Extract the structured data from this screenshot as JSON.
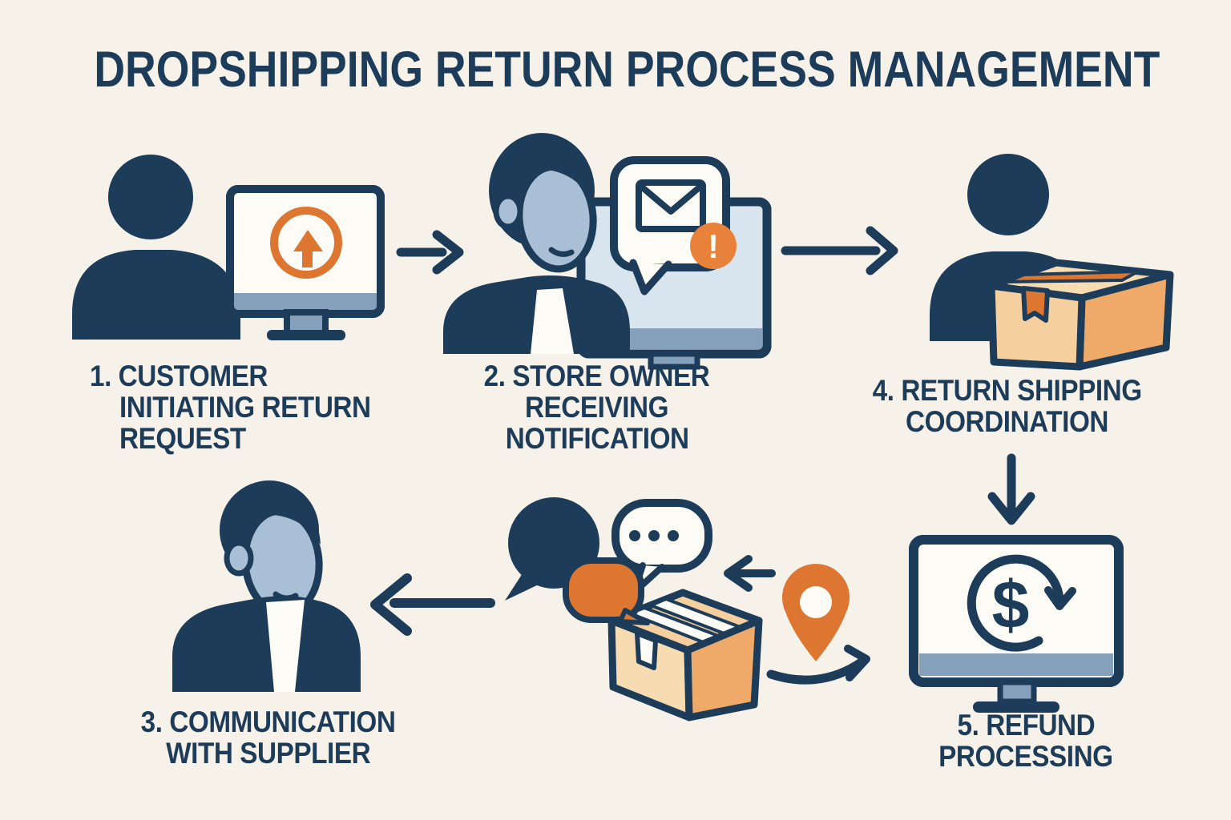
{
  "title": "DROPSHIPPING RETURN PROCESS MANAGEMENT",
  "colors": {
    "bg": "#f7f2e9",
    "navy": "#1d3c59",
    "steel": "#a9bfd6",
    "screen": "#d9e5ee",
    "bar": "#84a0bb",
    "orange": "#dd7630",
    "badge": "#e8823b",
    "box-light": "#f8dcb1",
    "box-mid": "#efa969",
    "box-front": "#f6cf9f",
    "white": "#fdfbf5"
  },
  "steps": [
    {
      "name": "customer-initiating-return-request",
      "lines": [
        "1. CUSTOMER",
        "INITIATING RETURN",
        "REQUEST"
      ],
      "icons": [
        "person-icon",
        "monitor-icon",
        "upload-arrow-icon"
      ]
    },
    {
      "name": "store-owner-receiving-notification",
      "lines": [
        "2. STORE OWNER",
        "RECEIVING",
        "NOTIFICATION"
      ],
      "icons": [
        "person-icon",
        "monitor-icon",
        "message-bubble-icon",
        "envelope-icon",
        "alert-badge-icon"
      ]
    },
    {
      "name": "communication-with-supplier",
      "lines": [
        "3. COMMUNICATION",
        "WITH SUPPLIER"
      ],
      "icons": [
        "person-icon",
        "chat-bubbles-icon",
        "typing-dots-icon",
        "package-box-icon",
        "location-pin-icon"
      ]
    },
    {
      "name": "return-shipping-coordination",
      "lines": [
        "4. RETURN SHIPPING",
        "COORDINATION"
      ],
      "icons": [
        "person-icon",
        "package-box-icon"
      ]
    },
    {
      "name": "refund-processing",
      "lines": [
        "5. REFUND",
        "PROCESSING"
      ],
      "icons": [
        "monitor-icon",
        "refund-dollar-icon"
      ]
    }
  ],
  "connectors": [
    {
      "name": "arrow-step1-to-step2",
      "direction": "right"
    },
    {
      "name": "arrow-step2-to-step4",
      "direction": "right"
    },
    {
      "name": "arrow-step4-to-step5",
      "direction": "down"
    },
    {
      "name": "arrow-pin-to-package",
      "direction": "left"
    },
    {
      "name": "arrow-package-to-step3",
      "direction": "left"
    },
    {
      "name": "curved-route-arrow",
      "direction": "right"
    }
  ],
  "glyphs": {
    "exclamation": "!",
    "dollar": "$"
  }
}
